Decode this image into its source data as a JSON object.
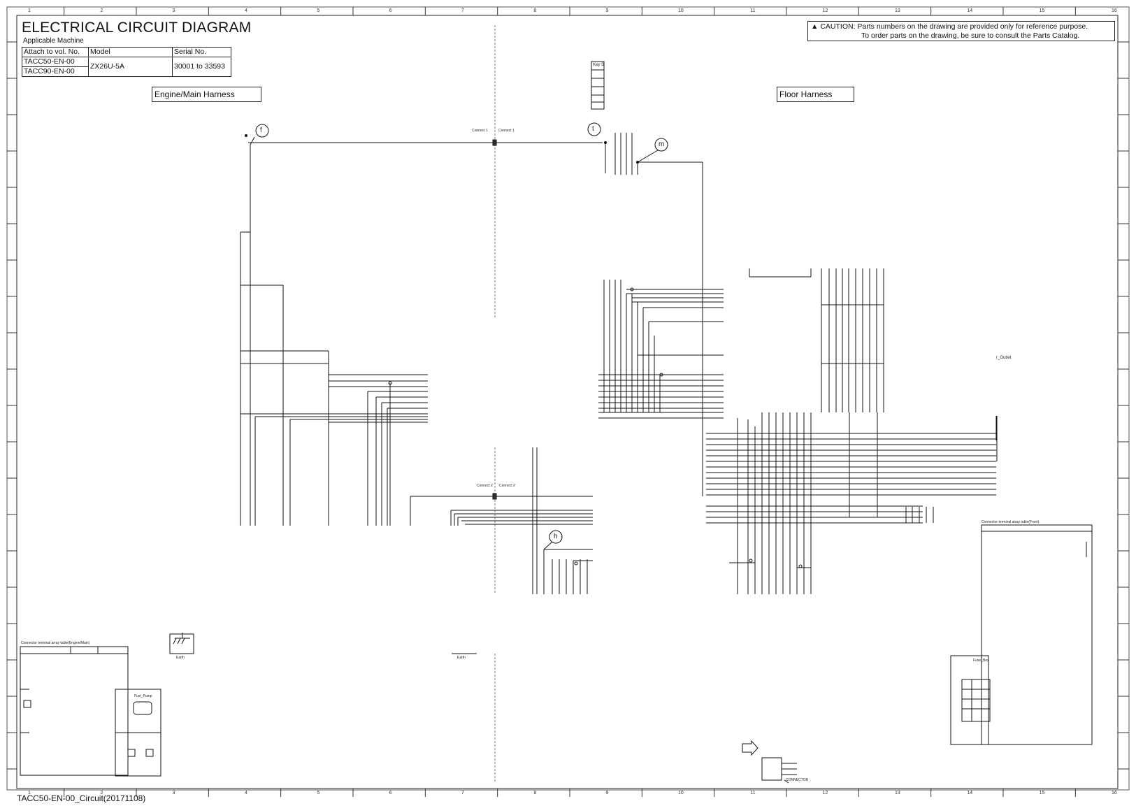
{
  "header": {
    "title": "ELECTRICAL CIRCUIT DIAGRAM",
    "applicable_label": "Applicable Machine",
    "table": {
      "col_attach": "Attach to vol. No.",
      "col_model": "Model",
      "col_serial": "Serial No.",
      "attach_1": "TACC50-EN-00",
      "attach_2": "TACC90-EN-00",
      "model": "ZX26U-5A",
      "serial": "30001 to 33593"
    }
  },
  "caution": {
    "line1": "CAUTION: Parts numbers on the drawing are provided only for reference purpose.",
    "line2": "To order parts on the drawing, be sure to consult the Parts Catalog."
  },
  "sections": {
    "engine_main": "Engine/Main Harness",
    "floor": "Floor Harness"
  },
  "markers": {
    "f": "f",
    "t": "t",
    "m": "m",
    "h": "h"
  },
  "ruler_numbers": [
    "1",
    "2",
    "3",
    "4",
    "5",
    "6",
    "7",
    "8",
    "9",
    "10",
    "11",
    "12",
    "13",
    "14",
    "15",
    "16"
  ],
  "labels": {
    "key_switch": "Key S",
    "earth_left": "Earth",
    "earth_mid": "Earth",
    "connector": "CONNECTOR",
    "outlet": "r_Outlet",
    "table_engine": "Connector terminal array table(Engine/Main)",
    "table_front": "Connector terminal array table(Front)",
    "fuel_pump": "Fuel_Pump",
    "fuse_box": "Fuse_Box",
    "connect1_left": "Connect 1",
    "connect1_right": "Connect 1",
    "connect2_left": "Connect 2",
    "connect2_right": "Connect 2"
  },
  "footer": "TACC50-EN-00_Circuit(20171108)"
}
